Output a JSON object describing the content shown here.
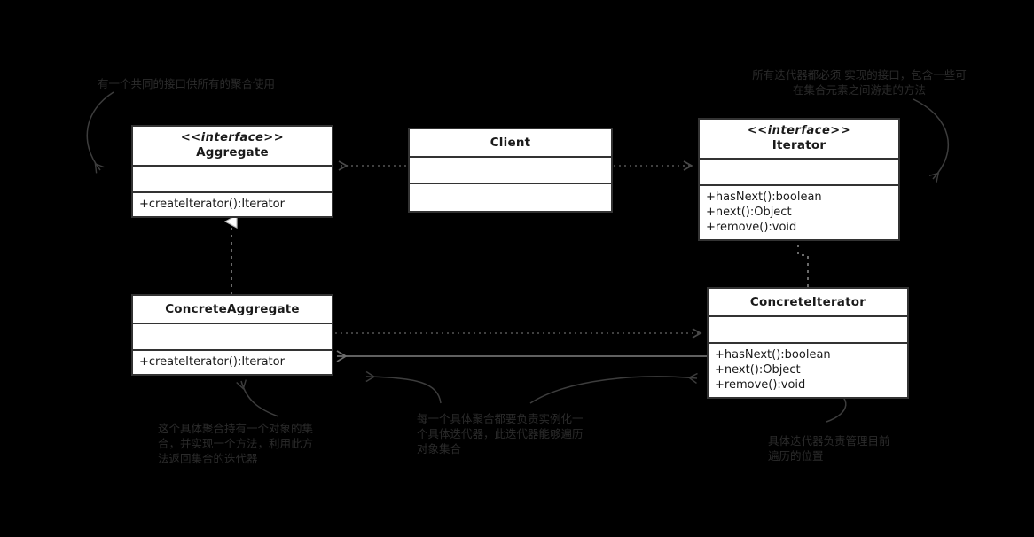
{
  "diagram": {
    "title": "Iterator Pattern UML Class Diagram",
    "background": "#000000",
    "box_fill": "#ffffff",
    "box_stroke": "#333333",
    "note_color": "#2b2b2b",
    "edge_color": "#3a3a3a"
  },
  "classes": {
    "aggregate": {
      "stereotype": "<<interface>>",
      "name": "Aggregate",
      "attributes": [],
      "operations": [
        "+createIterator():Iterator"
      ]
    },
    "client": {
      "stereotype": "",
      "name": "Client",
      "attributes": [],
      "operations": []
    },
    "iterator": {
      "stereotype": "<<interface>>",
      "name": "Iterator",
      "attributes": [],
      "operations": [
        "+hasNext():boolean",
        "+next():Object",
        "+remove():void"
      ]
    },
    "concrete_aggregate": {
      "stereotype": "",
      "name": "ConcreteAggregate",
      "attributes": [],
      "operations": [
        "+createIterator():Iterator"
      ]
    },
    "concrete_iterator": {
      "stereotype": "",
      "name": "ConcreteIterator",
      "attributes": [],
      "operations": [
        "+hasNext():boolean",
        "+next():Object",
        "+remove():void"
      ]
    }
  },
  "notes": {
    "aggregate_note": {
      "lines": [
        "有一个共同的接口供所有的聚合使用"
      ]
    },
    "iterator_note": {
      "lines": [
        "所有迭代器都必须 实现的接口，包含一些可",
        "在集合元素之间游走的方法"
      ]
    },
    "concrete_aggregate_note": {
      "lines": [
        "这个具体聚合持有一个对象的集",
        "合，并实现一个方法，利用此方",
        "法返回集合的迭代器"
      ]
    },
    "factory_note": {
      "lines": [
        "每一个具体聚合都要负责实例化一",
        "个具体迭代器，此迭代器能够遍历",
        "对象集合"
      ]
    },
    "concrete_iterator_note": {
      "lines": [
        "具体迭代器负责管理目前",
        "遍历的位置"
      ]
    }
  },
  "relations": [
    {
      "name": "client-to-aggregate",
      "kind": "dependency-dotted",
      "from": "client",
      "to": "aggregate"
    },
    {
      "name": "client-to-iterator",
      "kind": "dependency-dotted",
      "from": "client",
      "to": "iterator"
    },
    {
      "name": "concrete-aggregate-realizes-aggregate",
      "kind": "realization-dashed-triangle",
      "from": "concrete_aggregate",
      "to": "aggregate"
    },
    {
      "name": "concrete-iterator-realizes-iterator",
      "kind": "realization-dashed-triangle",
      "from": "concrete_iterator",
      "to": "iterator"
    },
    {
      "name": "concrete-aggregate-creates-concrete-iterator",
      "kind": "dependency-dotted",
      "from": "concrete_aggregate",
      "to": "concrete_iterator"
    },
    {
      "name": "concrete-iterator-to-concrete-aggregate",
      "kind": "association-solid",
      "from": "concrete_iterator",
      "to": "concrete_aggregate"
    }
  ]
}
